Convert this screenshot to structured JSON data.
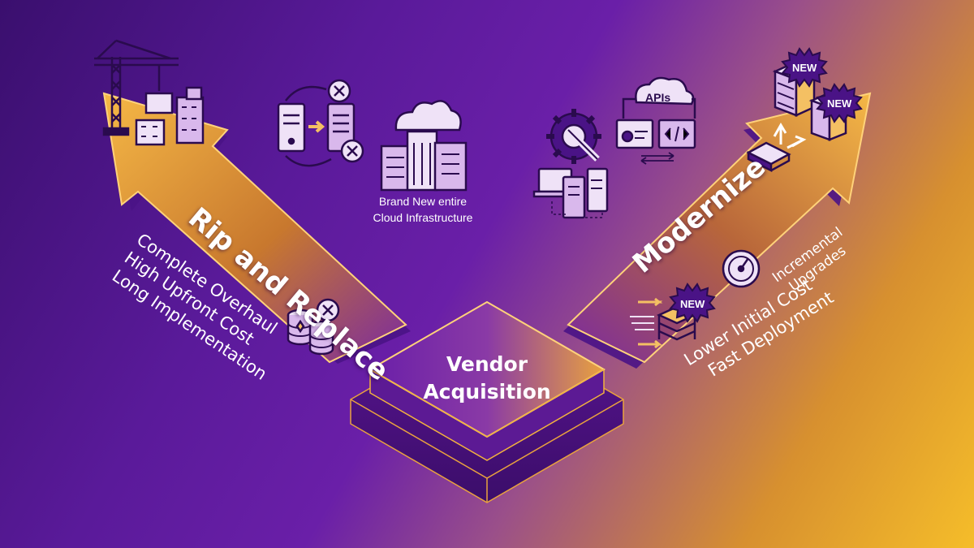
{
  "left_arrow": {
    "label": "Rip and Replace",
    "points": [
      "Complete Overhaul",
      "High Upfront Cost",
      "Long Implementation"
    ],
    "cloud_caption": [
      "Brand New entire",
      "Cloud Infrastructure"
    ]
  },
  "right_arrow": {
    "label": "Modernize",
    "apis_label": "APIs",
    "badge_label": "NEW",
    "gauge_caption": [
      "Incremental",
      "Upgrades"
    ],
    "points": [
      "Lower Initial Cost",
      "Fast Deployment"
    ]
  },
  "center": {
    "title_line1": "Vendor",
    "title_line2": "Acquisition"
  },
  "colors": {
    "arrow_gold": "#f2b23e",
    "arrow_edge": "#ffd27a",
    "deep_purple": "#4a1386",
    "icon_stroke": "#2a0b4e",
    "icon_fill_light": "#efe2f7",
    "icon_fill_gold": "#f4c063"
  },
  "icons": [
    "crane-icon",
    "building-icon",
    "server-swap-icon",
    "cloud-city-icon",
    "gear-wrench-icon",
    "computers-icon",
    "apis-icon",
    "new-servers-icon",
    "chip-icon",
    "database-remove-icon",
    "gauge-icon",
    "new-stack-icon"
  ]
}
